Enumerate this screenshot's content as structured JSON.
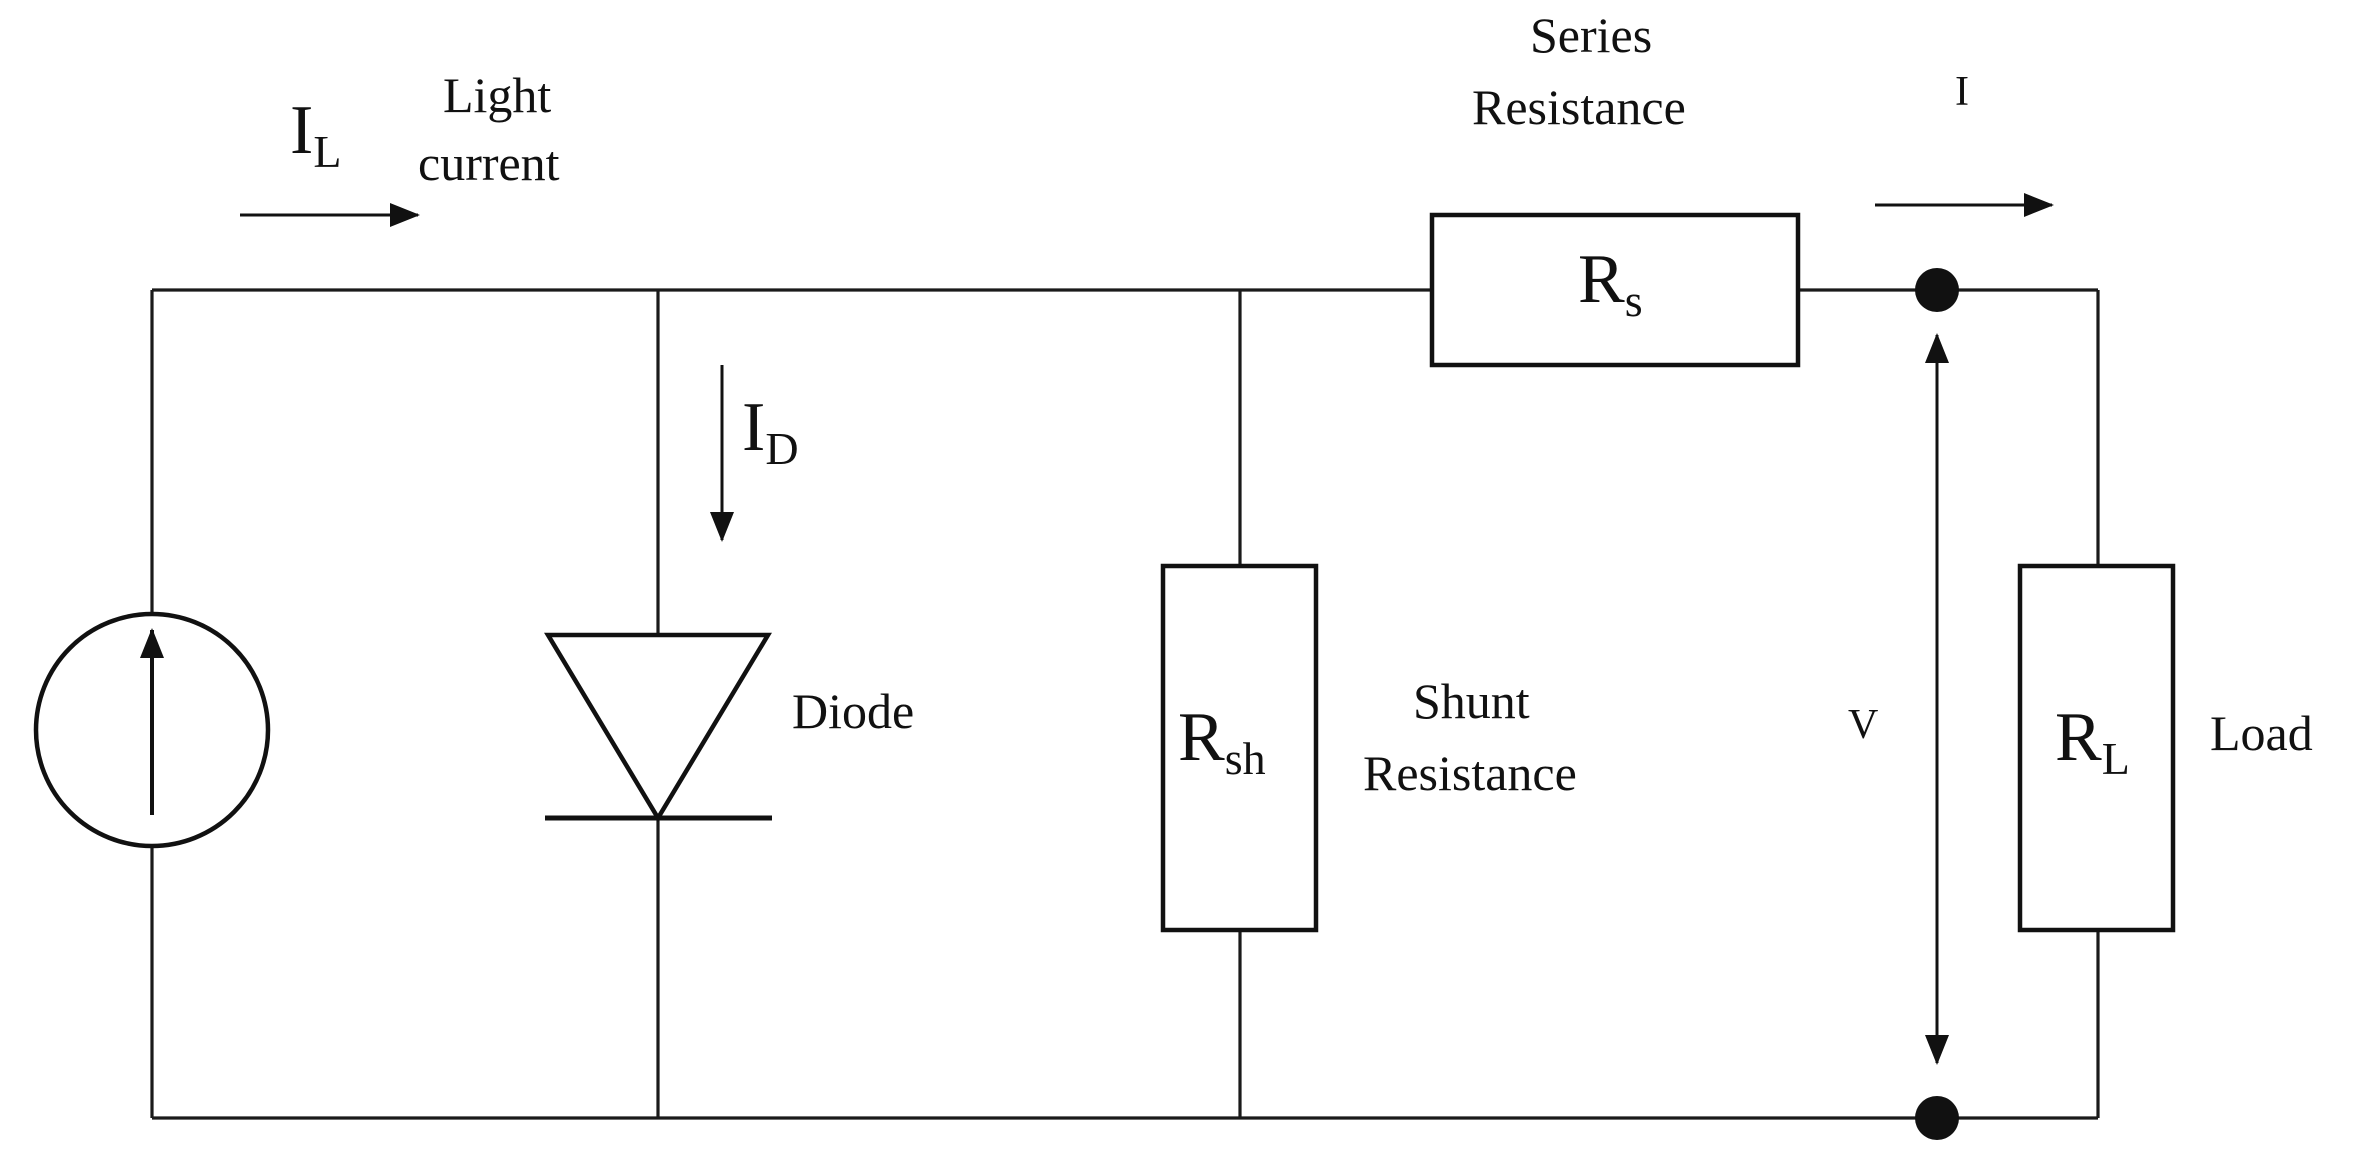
{
  "labels": {
    "il_symbol": "I",
    "il_sub": "L",
    "light_line1": "Light",
    "light_line2": "current",
    "id_symbol": "I",
    "id_sub": "D",
    "diode": "Diode",
    "rsh_symbol": "R",
    "rsh_sub": "sh",
    "shunt_line1": "Shunt",
    "shunt_line2": "Resistance",
    "series_line1": "Series",
    "series_line2": "Resistance",
    "rs_symbol": "R",
    "rs_sub": "s",
    "current_i": "I",
    "voltage_v": "V",
    "rl_symbol": "R",
    "rl_sub": "L",
    "load": "Load"
  }
}
